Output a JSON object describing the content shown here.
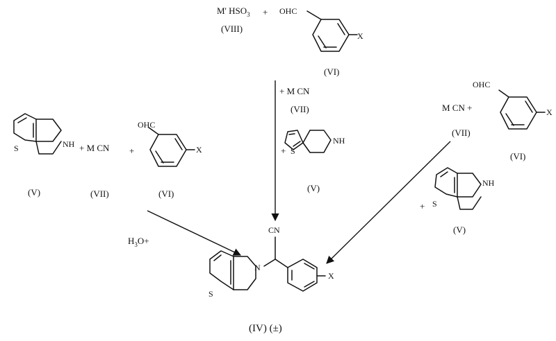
{
  "labels": {
    "reagent_bisulfite": "M' HSO",
    "reagent_bisulfite_sub": "3",
    "plus": "+",
    "aldehyde_group": "OHC",
    "substituent": "X",
    "amine": "NH",
    "nitrogen": "N",
    "sulfur": "S",
    "cyanide_group": "CN",
    "cyanide_reagent_center": "+ M CN",
    "cyanide_reagent_left": "+ M CN",
    "cyanide_reagent_right": "M CN +",
    "acid": "H",
    "acid_sub": "3",
    "acid_tail": "O+",
    "compound_V": "(V)",
    "compound_VI": "(VI)",
    "compound_VII": "(VII)",
    "compound_VIII": "(VIII)",
    "product": "(IV) (±)"
  }
}
